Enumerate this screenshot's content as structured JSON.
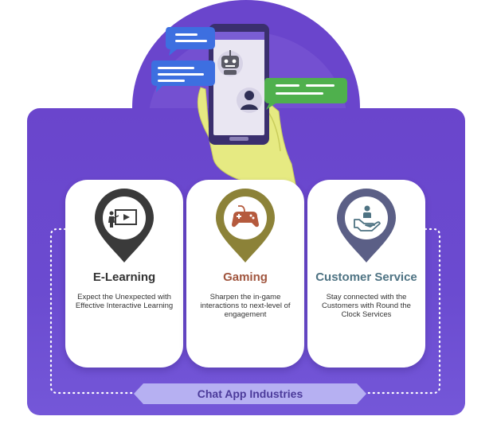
{
  "banner": {
    "label": "Chat App Industries"
  },
  "cards": [
    {
      "title": "E-Learning",
      "description": "Expect the Unexpected with Effective Interactive Learning",
      "icon": "presentation-board-icon",
      "pin_color": "#3a3a3a"
    },
    {
      "title": "Gaming",
      "description": "Sharpen the in-game interactions to next-level of engagement",
      "icon": "gamepad-icon",
      "pin_color": "#8c8238"
    },
    {
      "title": "Customer Service",
      "description": "Stay connected with the Customers with Round the Clock Services",
      "icon": "customer-care-icon",
      "pin_color": "#5b5f86"
    }
  ],
  "colors": {
    "panel": "#6a45cc",
    "chat_bubble_blue": "#3d6fe0",
    "chat_bubble_green": "#4fb04d",
    "hand": "#e6ea82",
    "phone": "#3a2f6e"
  },
  "illustration": {
    "phone_icon": "smartphone-icon",
    "bot_icon": "robot-avatar-icon",
    "user_icon": "user-avatar-icon",
    "hand_icon": "hand-icon"
  }
}
